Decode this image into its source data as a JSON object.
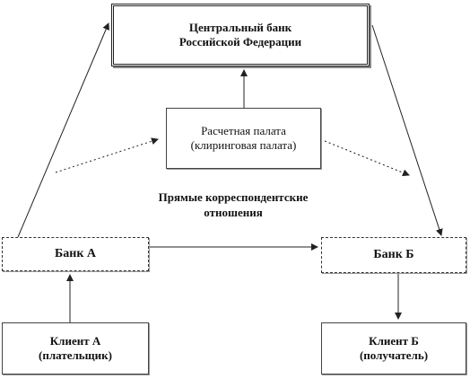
{
  "central_bank": {
    "line1": "Центральный банк",
    "line2": "Российской Федерации"
  },
  "clearing_house": {
    "line1": "Расчетная палата",
    "line2": "(клиринговая палата)"
  },
  "relations_label": {
    "line1": "Прямые корреспондентские",
    "line2": "отношения"
  },
  "bank_a": {
    "label": "Банк А"
  },
  "bank_b": {
    "label": "Банк Б"
  },
  "client_a": {
    "line1": "Клиент А",
    "line2": "(плательщик)"
  },
  "client_b": {
    "line1": "Клиент Б",
    "line2": "(получатель)"
  },
  "colors": {
    "line": "#222222",
    "background": "#ffffff"
  }
}
